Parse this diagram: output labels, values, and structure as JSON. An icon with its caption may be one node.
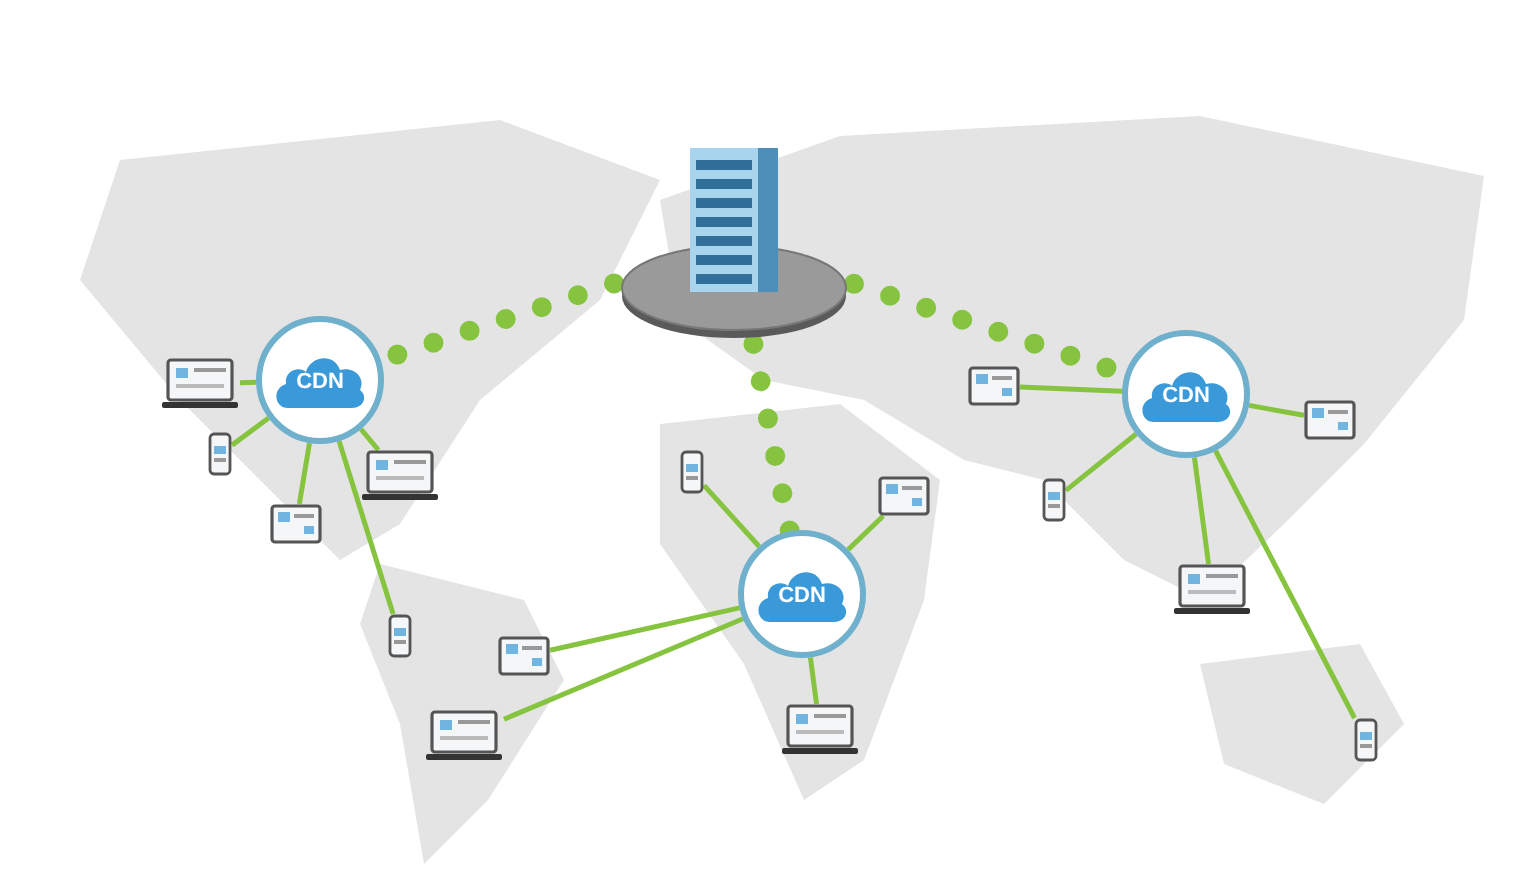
{
  "diagram": {
    "nodes": [
      {
        "text": [],
        "shape": "server"
      },
      {
        "text": [
          "CDN"
        ]
      },
      {
        "text": [
          "CDN"
        ]
      },
      {
        "text": [
          "CDN"
        ]
      },
      {
        "text": [],
        "shape": "laptop"
      },
      {
        "text": [],
        "shape": "phone"
      },
      {
        "text": [],
        "shape": "laptop"
      },
      {
        "text": [],
        "shape": "tablet"
      },
      {
        "text": [],
        "shape": "phone"
      },
      {
        "text": [],
        "shape": "phone"
      },
      {
        "text": [],
        "shape": "tablet"
      },
      {
        "text": [],
        "shape": "tablet"
      },
      {
        "text": [],
        "shape": "laptop"
      },
      {
        "text": [],
        "shape": "laptop"
      },
      {
        "text": [],
        "shape": "tablet"
      },
      {
        "text": [],
        "shape": "tablet"
      },
      {
        "text": [],
        "shape": "phone"
      },
      {
        "text": [],
        "shape": "laptop"
      },
      {
        "text": [],
        "shape": "phone"
      }
    ],
    "edges": [
      {
        "from": 0,
        "to": 1,
        "arrow": "none",
        "style": "dashed"
      },
      {
        "from": 0,
        "to": 2,
        "arrow": "none",
        "style": "dashed"
      },
      {
        "from": 0,
        "to": 3,
        "arrow": "none",
        "style": "dashed"
      },
      {
        "from": 1,
        "to": 4,
        "arrow": "none"
      },
      {
        "from": 1,
        "to": 5,
        "arrow": "none"
      },
      {
        "from": 1,
        "to": 6,
        "arrow": "none"
      },
      {
        "from": 1,
        "to": 7,
        "arrow": "none"
      },
      {
        "from": 1,
        "to": 8,
        "arrow": "none"
      },
      {
        "from": 2,
        "to": 9,
        "arrow": "none"
      },
      {
        "from": 2,
        "to": 10,
        "arrow": "none"
      },
      {
        "from": 2,
        "to": 11,
        "arrow": "none"
      },
      {
        "from": 2,
        "to": 12,
        "arrow": "none"
      },
      {
        "from": 2,
        "to": 13,
        "arrow": "none"
      },
      {
        "from": 3,
        "to": 14,
        "arrow": "none"
      },
      {
        "from": 3,
        "to": 15,
        "arrow": "none"
      },
      {
        "from": 3,
        "to": 16,
        "arrow": "none"
      },
      {
        "from": 3,
        "to": 17,
        "arrow": "none"
      },
      {
        "from": 3,
        "to": 18,
        "arrow": "none"
      }
    ]
  }
}
